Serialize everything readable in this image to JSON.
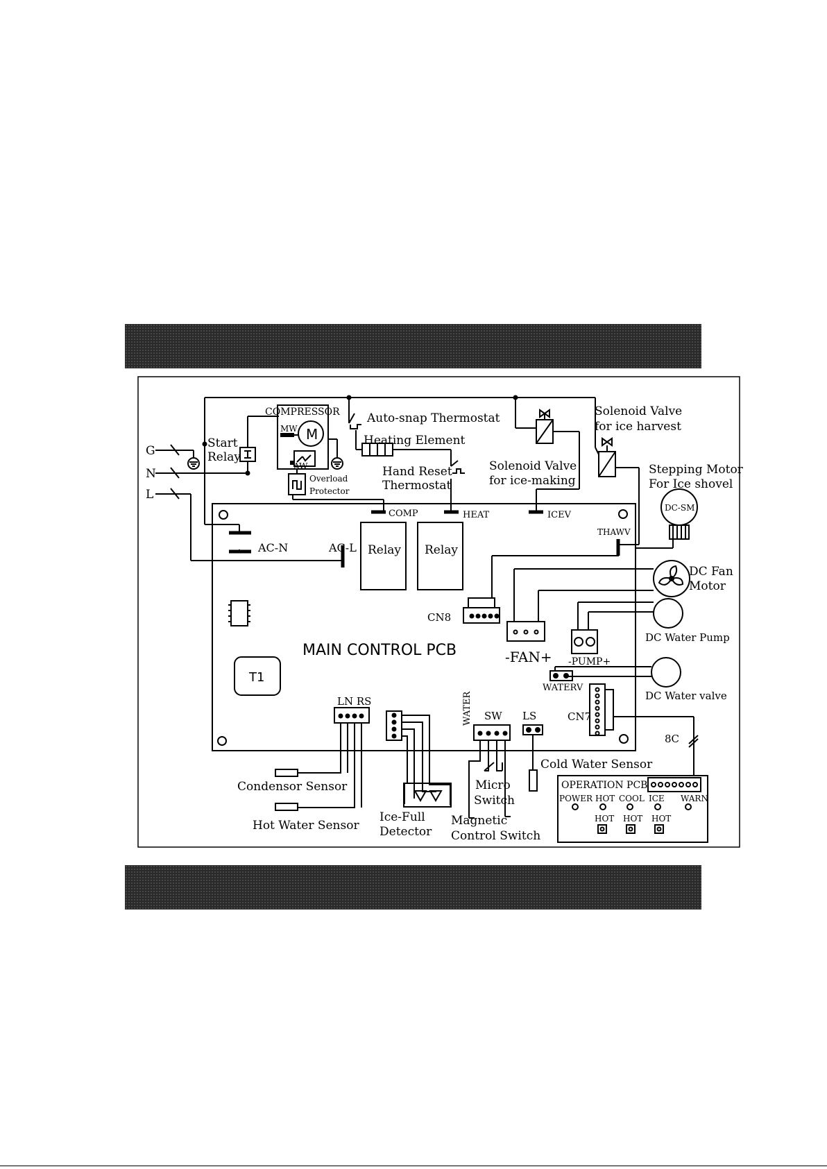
{
  "power_lines": [
    "G",
    "N",
    "L"
  ],
  "components": {
    "start_relay": [
      "Start",
      "Relay"
    ],
    "compressor": "COMPRESSOR",
    "compressor_winding_mw": "MW",
    "compressor_winding_aw": "AW",
    "compressor_motor": "M",
    "overload_protector": [
      "Overload",
      "Protector"
    ],
    "auto_snap_thermostat": "Auto-snap Thermostat",
    "heating_element": "Heating Element",
    "hand_reset_thermostat": [
      "Hand Reset",
      "Thermostat"
    ],
    "solenoid_ice_making": [
      "Solenoid Valve",
      "for ice-making"
    ],
    "solenoid_ice_harvest": [
      "Solenoid Valve",
      "for ice harvest"
    ],
    "stepping_motor": [
      "Stepping Motor",
      "For Ice shovel"
    ],
    "stepping_motor_badge": "DC-SM",
    "dc_fan_motor": [
      "DC Fan",
      "Motor"
    ],
    "dc_water_pump": "DC Water Pump",
    "dc_water_valve": "DC Water valve",
    "condensor_sensor": "Condensor Sensor",
    "hot_water_sensor": "Hot Water Sensor",
    "ice_full_detector": [
      "Ice-Full",
      "Detector"
    ],
    "micro_switch": [
      "Micro",
      "Switch"
    ],
    "magnetic_control_switch": [
      "Magnetic",
      "Control Switch"
    ],
    "cold_water_sensor": "Cold Water Sensor"
  },
  "main_pcb": {
    "title": "MAIN CONTROL PCB",
    "relay_label": "Relay",
    "transformer": "T1",
    "connectors": {
      "comp": "COMP",
      "heat": "HEAT",
      "icev": "ICEV",
      "thawv": "THAWV",
      "ac_n": "AC-N",
      "ac_l": "AC-L",
      "cn8": "CN8",
      "fan": "-FAN+",
      "pump": "-PUMP+",
      "waterv": "WATERV",
      "cn7": "CN7",
      "ln_rs": "LN RS",
      "water": "WATER",
      "sw": "SW",
      "ls": "LS"
    }
  },
  "cable_8c": "8C",
  "operation_pcb": {
    "title": "OPERATION PCB",
    "indicators": [
      "POWER",
      "HOT",
      "COOL",
      "ICE",
      "WARN"
    ],
    "buttons": [
      "HOT",
      "HOT",
      "HOT"
    ]
  }
}
